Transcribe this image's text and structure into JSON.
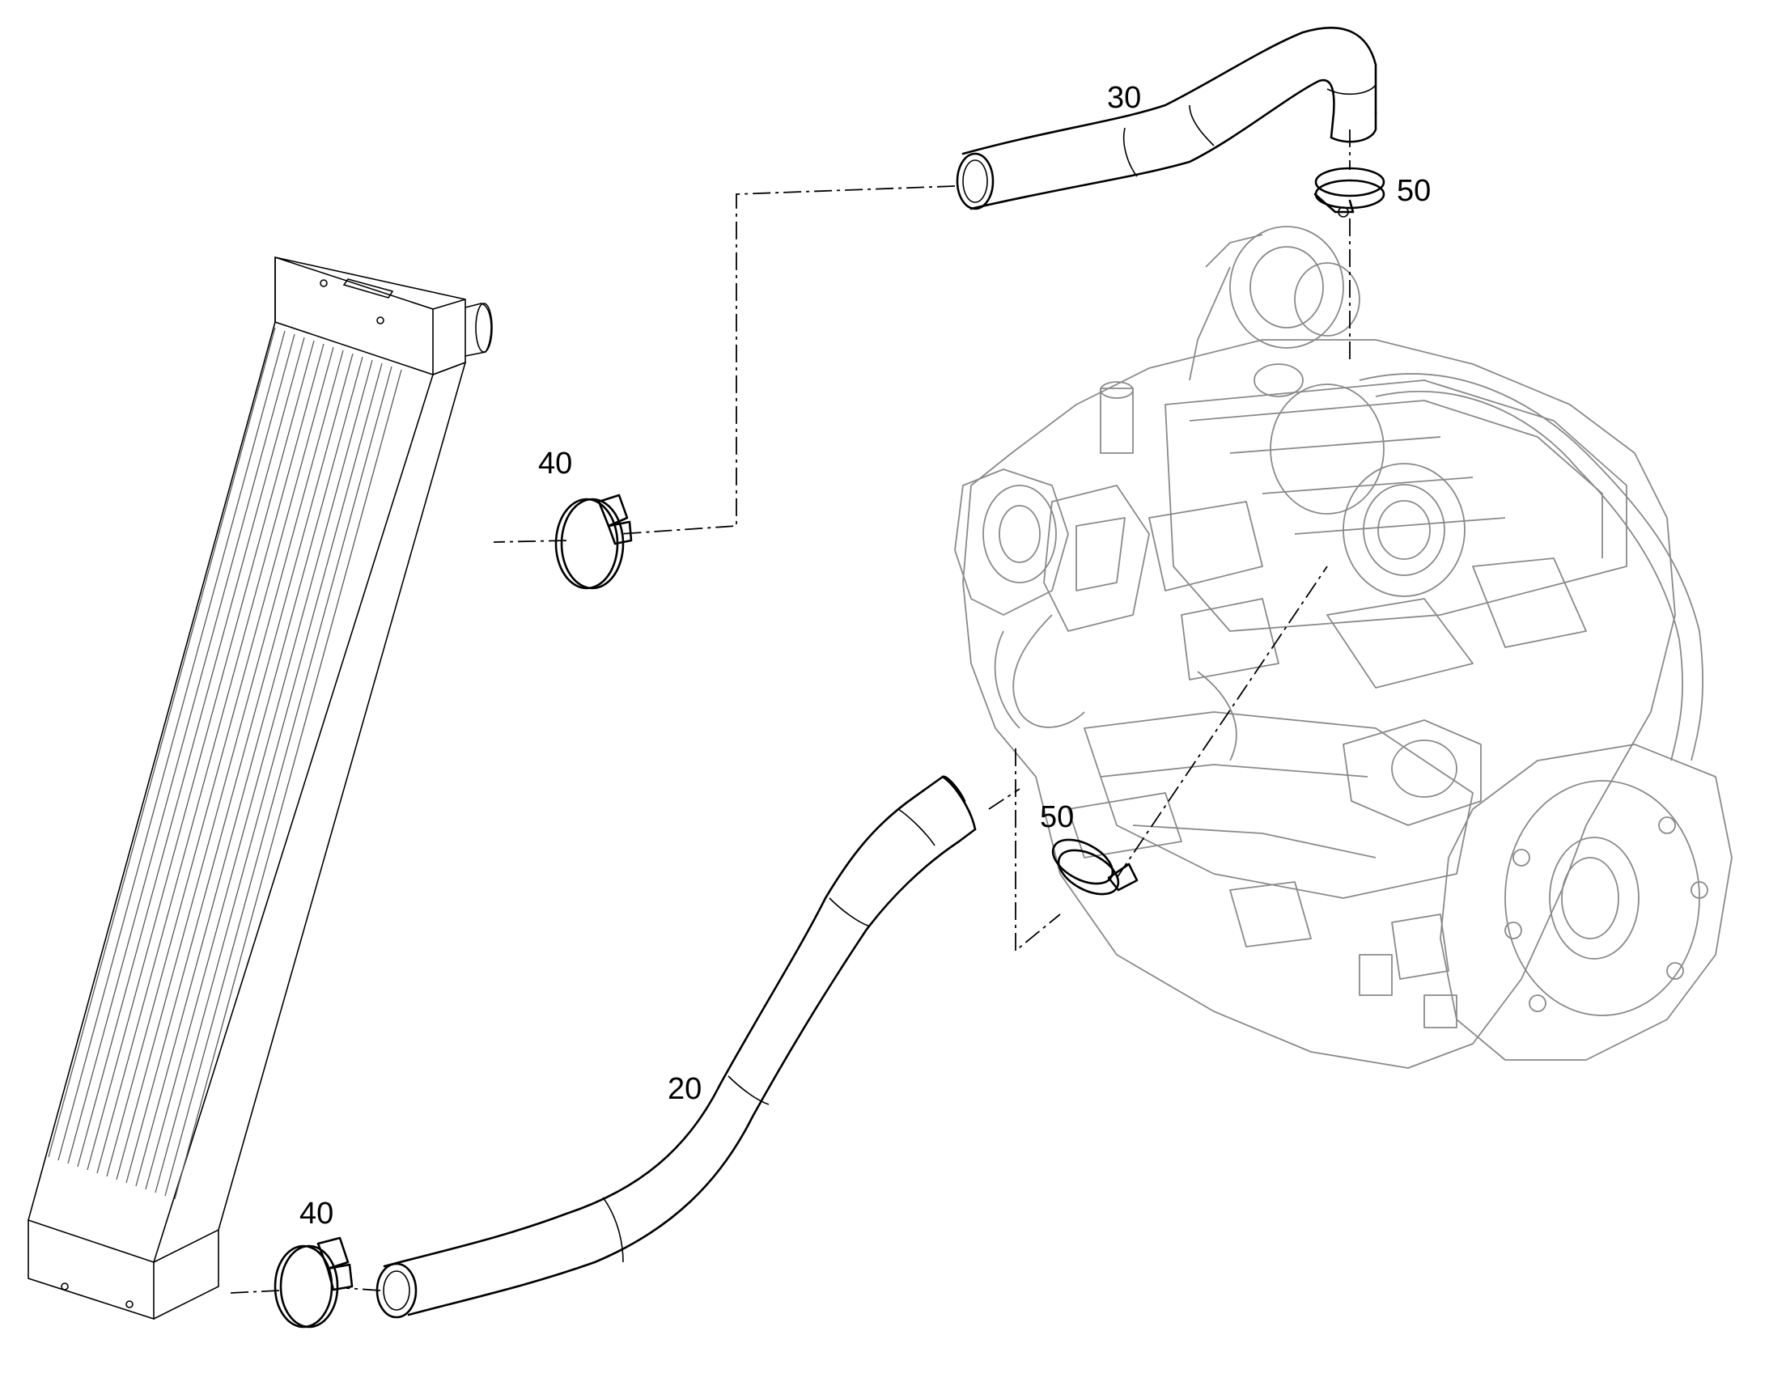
{
  "callouts": {
    "hose_lower": "20",
    "hose_upper": "30",
    "clamp_cooler_top": "40",
    "clamp_cooler_bottom": "40",
    "clamp_turbo": "50",
    "clamp_intake": "50"
  },
  "colors": {
    "line": "#000000",
    "engine_line": "#8a8a8a",
    "background": "#ffffff"
  }
}
